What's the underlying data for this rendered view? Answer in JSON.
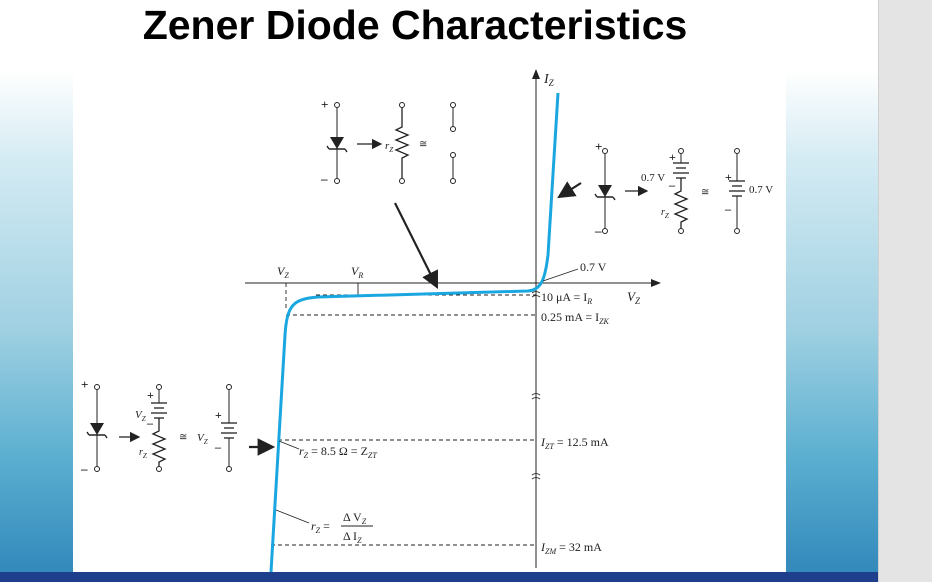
{
  "slide": {
    "title": "Zener Diode Characteristics"
  },
  "figure": {
    "axes": {
      "y_label": "I",
      "y_label_sub": "Z",
      "x_label": "V",
      "x_label_sub": "Z",
      "vz_marker": "V",
      "vz_marker_sub": "Z",
      "vr_marker": "V",
      "vr_marker_sub": "R"
    },
    "annotations": {
      "forward_drop": "0.7 V",
      "reverse_current_prefix": "10 μA = I",
      "reverse_current_sub": "R",
      "knee_current_prefix": "0.25 mA = I",
      "knee_current_sub": "ZK",
      "test_current_prefix": "I",
      "test_current_sub": "ZT",
      "test_current_suffix": " = 12.5 mA",
      "max_current_prefix": "I",
      "max_current_sub": "ZM",
      "max_current_suffix": " = 32 mA",
      "rz_value_prefix": "r",
      "rz_value_sub": "Z",
      "rz_value_mid": " = 8.5 Ω = Z",
      "rz_value_sub2": "ZT",
      "rz_formula_lhs": "r",
      "rz_formula_lhs_sub": "Z",
      "rz_formula_eq": " = ",
      "rz_formula_num": "Δ V",
      "rz_formula_num_sub": "Z",
      "rz_formula_den": "Δ I",
      "rz_formula_den_sub": "Z"
    },
    "top_inset": {
      "plus": "+",
      "minus": "–",
      "rz": "r",
      "rz_sub": "Z",
      "approx": "≅"
    },
    "right_inset": {
      "plus": "+",
      "minus": "–",
      "source": "0.7 V",
      "rz": "r",
      "rz_sub": "Z",
      "approx": "≅",
      "source2": "0.7 V"
    },
    "left_inset": {
      "plus": "+",
      "minus": "–",
      "vz": "V",
      "vz_sub": "Z",
      "rz": "r",
      "rz_sub": "Z",
      "approx": "≅",
      "vz2": "V",
      "vz2_sub": "Z"
    },
    "colors": {
      "curve": "#1aa7e0",
      "ink": "#222222"
    }
  }
}
